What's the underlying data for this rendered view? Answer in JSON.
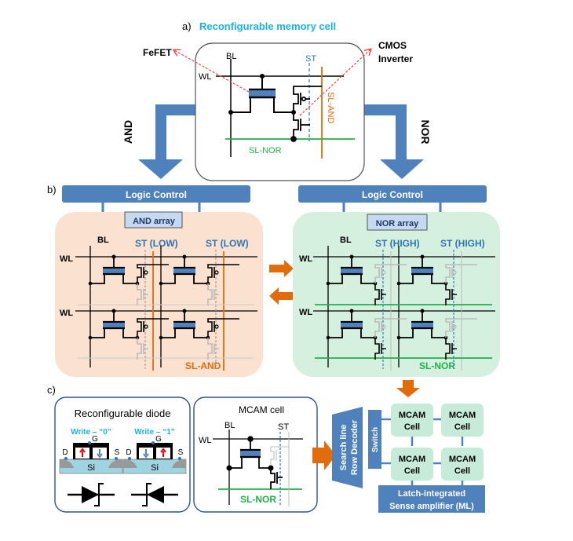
{
  "colors": {
    "blue_bar": "#4f81bd",
    "dark_blue": "#3d6aa6",
    "title_cyan": "#19b3e6",
    "st_blue": "#2e75b6",
    "orange": "#e36c0a",
    "green": "#21b14b",
    "and_bg": "#fbe1cf",
    "nor_bg": "#d6f0e0",
    "mcam_cell_bg": "#c6ecd9",
    "red_dashed": "#ff4040",
    "label_box_bg": "#c5d9f1",
    "si": "#9fd3e0"
  },
  "panel_a": {
    "label": "a)",
    "title": "Reconfigurable memory cell",
    "fefet": "FeFET",
    "cmos_line1": "CMOS",
    "cmos_line2": "Inverter",
    "bl": "BL",
    "wl": "WL",
    "st": "ST",
    "sl_and": "SL-AND",
    "sl_nor": "SL-NOR",
    "and_arrow": "AND",
    "nor_arrow": "NOR"
  },
  "panel_b": {
    "label": "b)",
    "left": {
      "logic_control": "Logic Control",
      "array_label": "AND array",
      "bl": "BL",
      "wl_top": "WL",
      "wl_bottom": "WL",
      "st1": "ST (LOW)",
      "st2": "ST (LOW)",
      "sl": "SL-AND"
    },
    "right": {
      "logic_control": "Logic Control",
      "array_label": "NOR array",
      "bl": "BL",
      "wl_top": "WL",
      "wl_bottom": "WL",
      "st1": "ST (HIGH)",
      "st2": "ST (HIGH)",
      "sl": "SL-NOR"
    }
  },
  "panel_c": {
    "label": "c)",
    "diode": {
      "title": "Reconfigurable diode",
      "write0": "Write – “0”",
      "write1": "Write – “1”",
      "g": "G",
      "d": "D",
      "s": "S",
      "si": "Si"
    },
    "mcam_cell": {
      "title": "MCAM cell",
      "bl": "BL",
      "wl": "WL",
      "st": "ST",
      "sl": "SL-NOR"
    },
    "architecture": {
      "decoder_line1": "Search line",
      "decoder_line2": "Row Decoder",
      "switch": "Switch",
      "cells": [
        {
          "line1": "MCAM",
          "line2": "Cell"
        },
        {
          "line1": "MCAM",
          "line2": "Cell"
        },
        {
          "line1": "MCAM",
          "line2": "Cell"
        },
        {
          "line1": "MCAM",
          "line2": "Cell"
        }
      ],
      "sense_line1": "Latch-integrated",
      "sense_line2": "Sense amplifier (ML)"
    }
  }
}
